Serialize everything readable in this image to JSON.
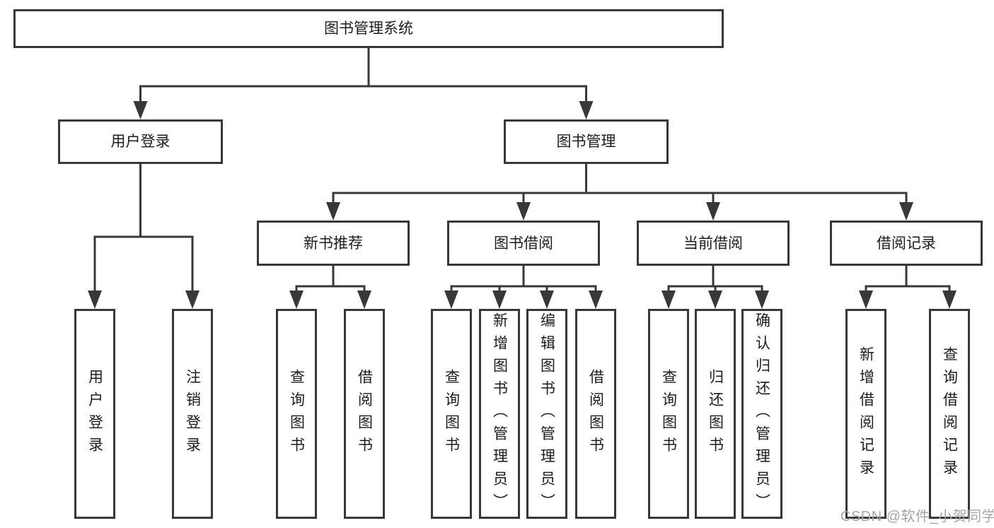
{
  "diagram": {
    "type": "hierarchy-tree",
    "colors": {
      "line": "#383838",
      "box_border": "#383838",
      "box_fill": "#ffffff",
      "text": "#1c1c1c",
      "watermark": "#a6a6a6"
    },
    "tree": {
      "label": "图书管理系统",
      "children": [
        {
          "label": "用户登录",
          "children": [
            {
              "label": "用户登录"
            },
            {
              "label": "注销登录"
            }
          ]
        },
        {
          "label": "图书管理",
          "children": [
            {
              "label": "新书推荐",
              "children": [
                {
                  "label": "查询图书"
                },
                {
                  "label": "借阅图书"
                }
              ]
            },
            {
              "label": "图书借阅",
              "children": [
                {
                  "label": "查询图书"
                },
                {
                  "label": "新增图书（管理员）"
                },
                {
                  "label": "编辑图书（管理员）"
                },
                {
                  "label": "借阅图书"
                }
              ]
            },
            {
              "label": "当前借阅",
              "children": [
                {
                  "label": "查询图书"
                },
                {
                  "label": "归还图书"
                },
                {
                  "label": "确认归还（管理员）"
                }
              ]
            },
            {
              "label": "借阅记录",
              "children": [
                {
                  "label": "新增借阅记录"
                },
                {
                  "label": "查询借阅记录"
                }
              ]
            }
          ]
        }
      ]
    },
    "watermark": "CSDN @软件_小贺同学"
  }
}
